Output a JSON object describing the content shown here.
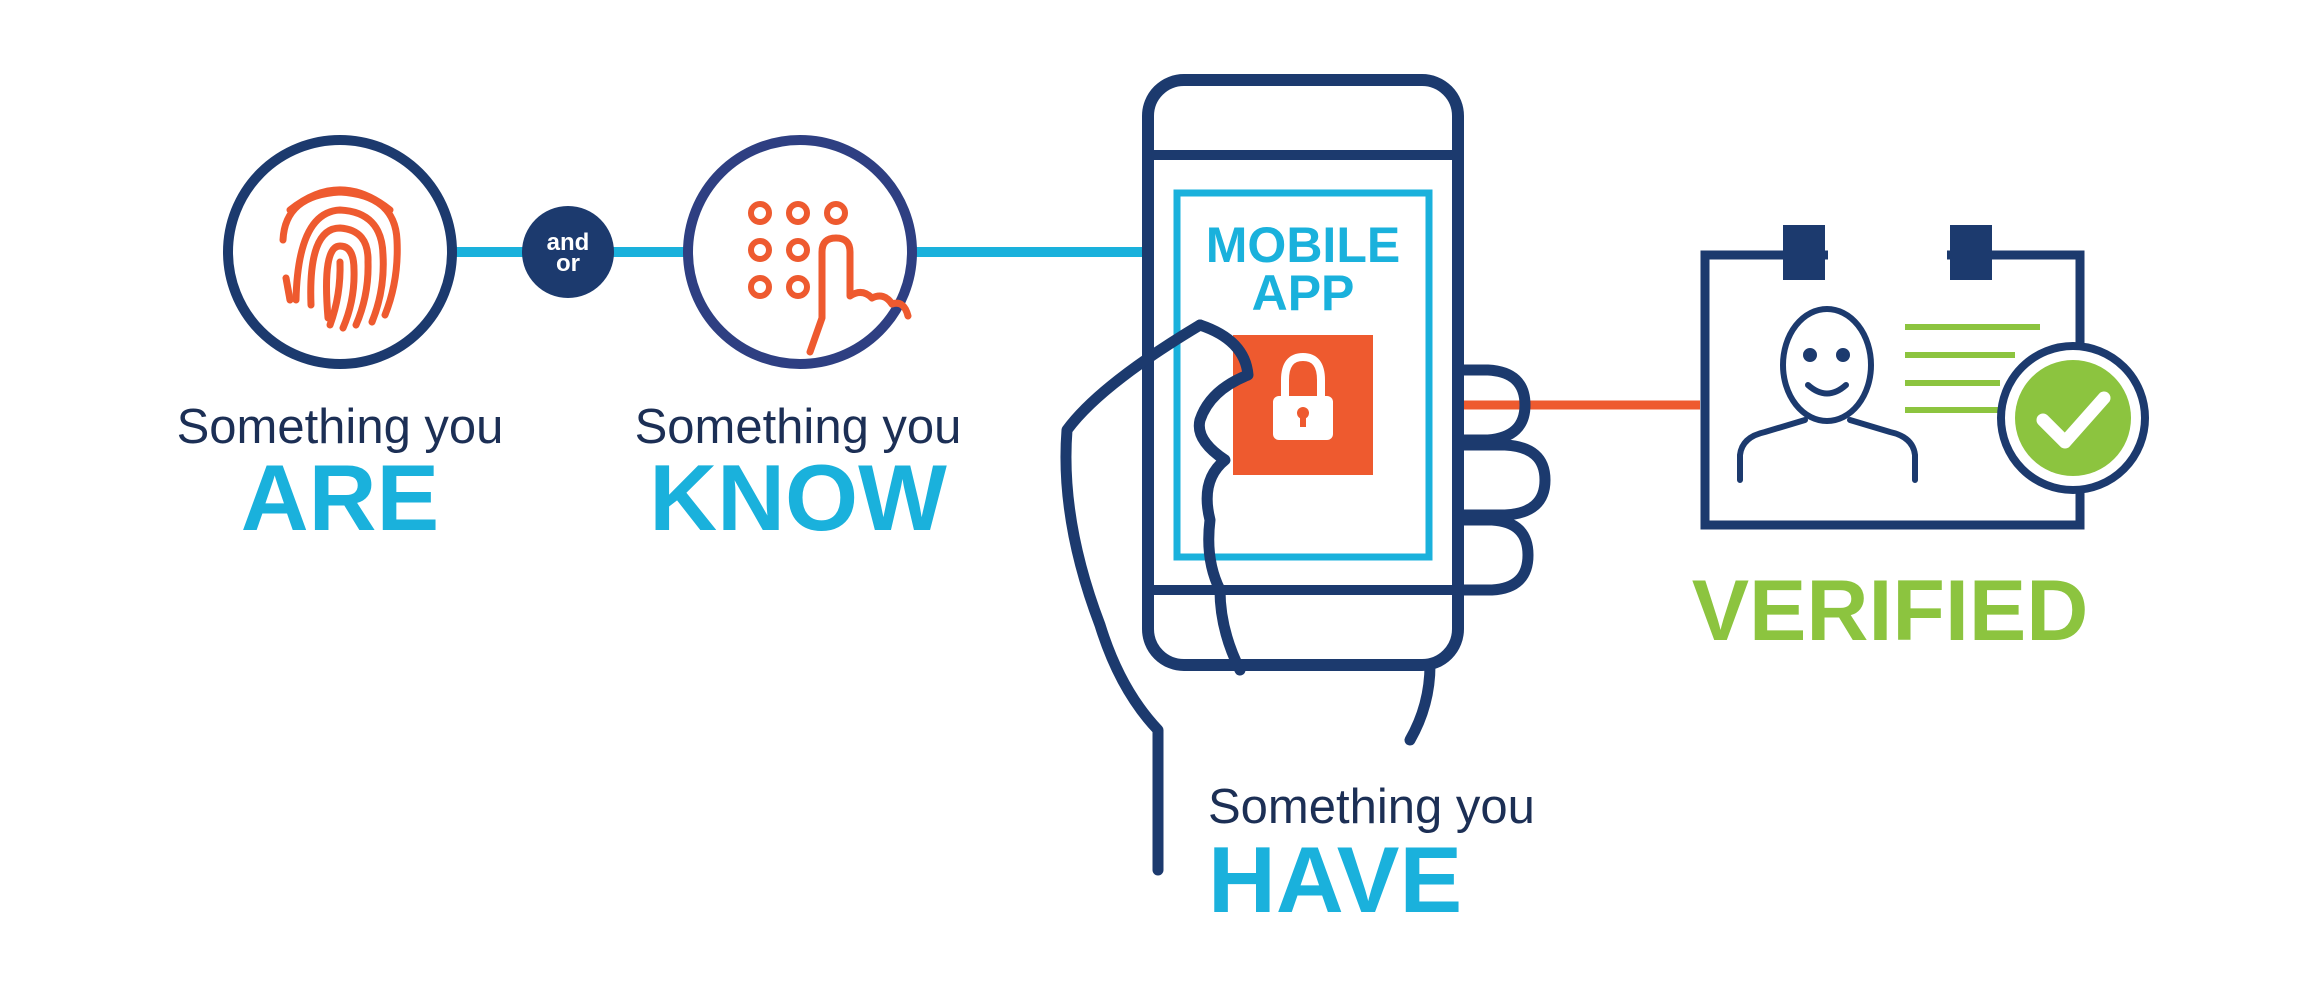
{
  "factors": [
    {
      "prefix": "Something you",
      "keyword": "ARE",
      "icon": "fingerprint-icon"
    },
    {
      "prefix": "Something you",
      "keyword": "KNOW",
      "icon": "keypad-icon"
    },
    {
      "prefix": "Something you",
      "keyword": "HAVE",
      "icon": "phone-in-hand-icon"
    }
  ],
  "connector": {
    "line1": "and",
    "line2": "or"
  },
  "phone": {
    "line1": "MOBILE",
    "line2": "APP",
    "icon": "lock-icon"
  },
  "result": {
    "label": "VERIFIED",
    "icons": [
      "id-badge-icon",
      "checkmark-icon"
    ]
  },
  "colors": {
    "navy": "#1c3a6e",
    "cyan": "#1ab1dc",
    "orange": "#ee5a2f",
    "green": "#8cc43f"
  }
}
